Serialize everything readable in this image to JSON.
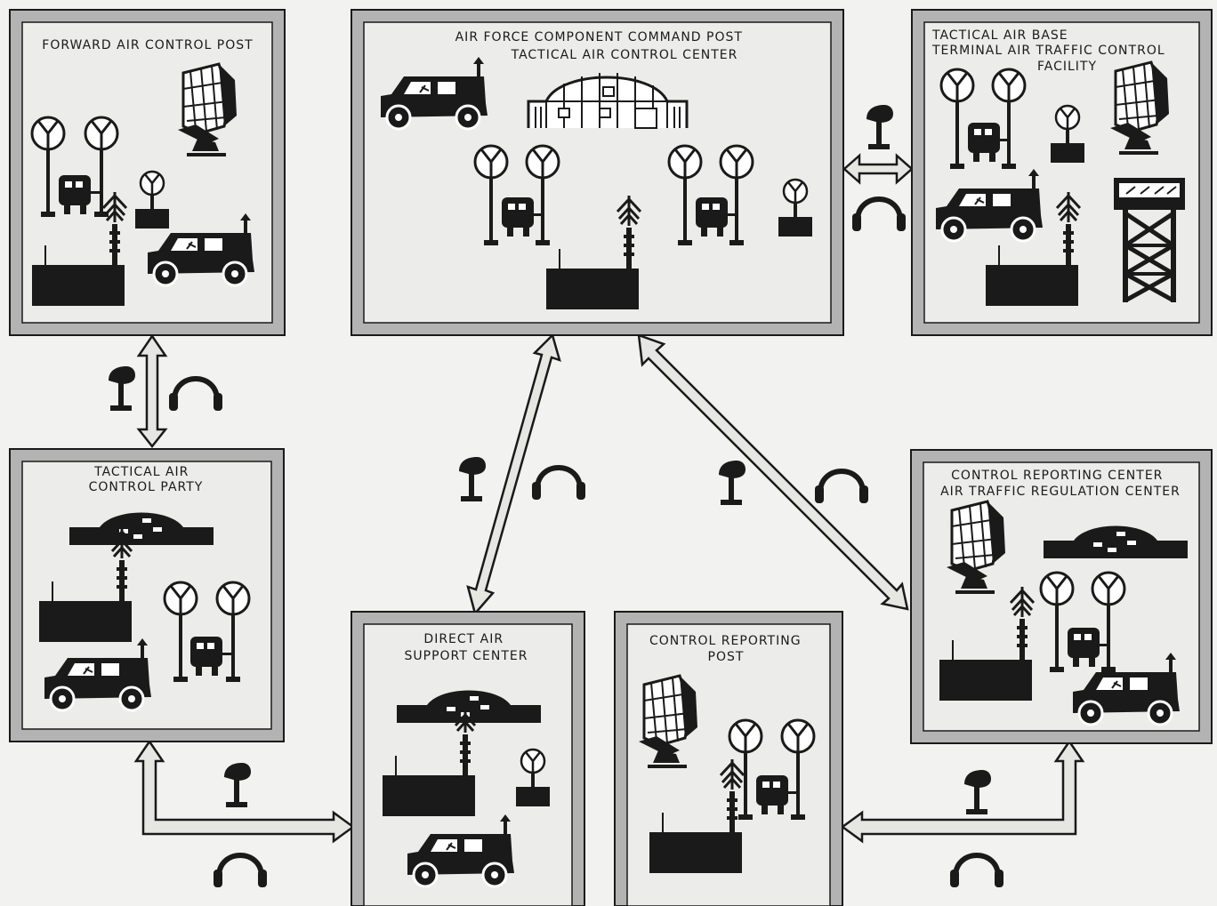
{
  "nodes": {
    "facp": {
      "title": [
        "FORWARD AIR CONTROL POST"
      ]
    },
    "afccp": {
      "title": [
        "AIR FORCE COMPONENT COMMAND POST",
        "TACTICAL AIR CONTROL CENTER"
      ]
    },
    "tab": {
      "title": [
        "TACTICAL AIR BASE",
        "TERMINAL AIR TRAFFIC CONTROL",
        "FACILITY"
      ]
    },
    "tacp": {
      "title": [
        "TACTICAL AIR",
        "CONTROL PARTY"
      ]
    },
    "crc": {
      "title": [
        "CONTROL REPORTING CENTER",
        "AIR TRAFFIC REGULATION CENTER"
      ]
    },
    "dasc": {
      "title": [
        "DIRECT AIR",
        "SUPPORT CENTER"
      ]
    },
    "crp": {
      "title": [
        "CONTROL REPORTING",
        "POST"
      ]
    }
  },
  "link_icons": [
    "microphone-icon",
    "headset-icon"
  ],
  "colors": {
    "frame": "#b3b3b3",
    "panel": "#ececea",
    "ink": "#1a1a1a",
    "arrow_fill": "#e6e6e3",
    "background": "#f2f2f0"
  }
}
